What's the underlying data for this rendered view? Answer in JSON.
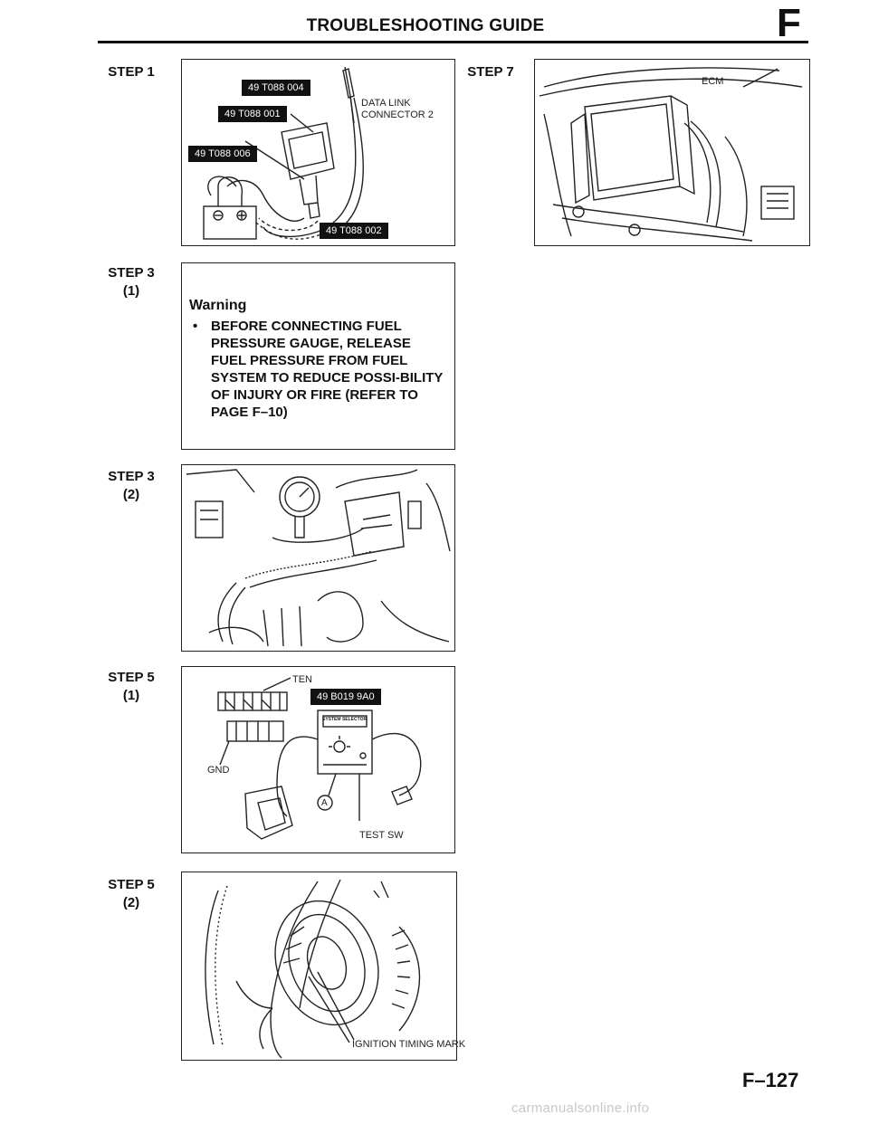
{
  "header": {
    "title": "TROUBLESHOOTING GUIDE",
    "section_letter": "F"
  },
  "steps": {
    "step1": {
      "label": "STEP 1"
    },
    "step3_1": {
      "label": "STEP 3",
      "sub": "(1)"
    },
    "step3_2": {
      "label": "STEP 3",
      "sub": "(2)"
    },
    "step5_1": {
      "label": "STEP 5",
      "sub": "(1)"
    },
    "step5_2": {
      "label": "STEP 5",
      "sub": "(2)"
    },
    "step7": {
      "label": "STEP 7"
    }
  },
  "figure1": {
    "tags": [
      "49 T088 004",
      "49 T088 001",
      "49 T088 006",
      "49 T088 002"
    ],
    "callout_line1": "DATA LINK",
    "callout_line2": "CONNECTOR 2"
  },
  "warning": {
    "title": "Warning",
    "bullet": "•",
    "body": "BEFORE CONNECTING FUEL PRESSURE GAUGE, RELEASE FUEL PRESSURE FROM FUEL SYSTEM TO REDUCE POSSI-BILITY OF INJURY OR FIRE (REFER TO PAGE F–10)"
  },
  "figure5_1": {
    "tag": "49 B019 9A0",
    "ten": "TEN",
    "gnd": "GND",
    "test_sw": "TEST SW",
    "marker_a": "A",
    "selector_label": "SYSTEM SELECTOR"
  },
  "figure5_2": {
    "callout": "IGNITION TIMING MARK"
  },
  "figure7": {
    "callout": "ECM"
  },
  "footer": {
    "page_number": "F–127",
    "watermark": "carmanualsonline.info"
  }
}
